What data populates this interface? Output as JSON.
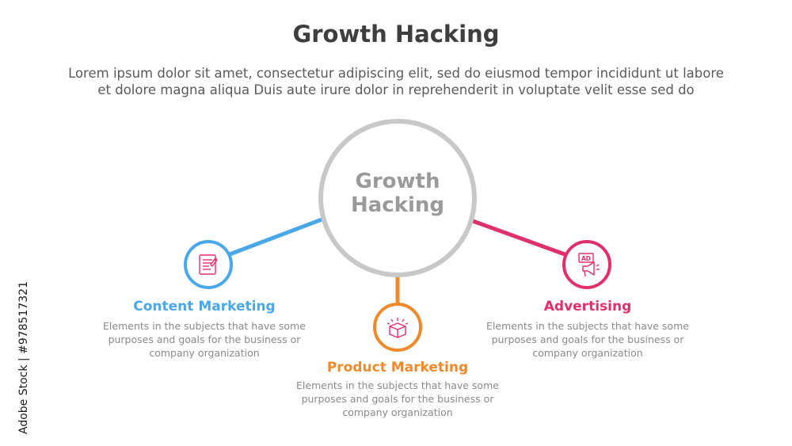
{
  "header": {
    "title": "Growth Hacking",
    "intro_lines": [
      "Lorem ipsum dolor sit amet, consectetur adipiscing elit, sed do eiusmod tempor incididunt ut labore",
      "et dolore magna aliqua Duis aute irure dolor in reprehenderit in voluptate velit esse sed do"
    ]
  },
  "hub": {
    "label_lines": [
      "Growth",
      "Hacking"
    ],
    "color": "#c8c8c8"
  },
  "nodes": [
    {
      "title": "Content Marketing",
      "color": "#4aa8e8",
      "icon": "content-document-icon",
      "desc_lines": [
        "Elements in the subjects that have some",
        "purposes and goals for the business or",
        "company organization"
      ]
    },
    {
      "title": "Product Marketing",
      "color": "#ef8a2c",
      "icon": "product-box-icon",
      "desc_lines": [
        "Elements in the subjects that have some",
        "purposes and goals for the business or",
        "company organization"
      ]
    },
    {
      "title": "Advertising",
      "color": "#e0306a",
      "icon": "megaphone-ad-icon",
      "icon_text": "AD",
      "desc_lines": [
        "Elements in the subjects that have some",
        "purposes and goals for the business or",
        "company organization"
      ]
    }
  ],
  "watermark": {
    "text": "Adobe Stock | #978517321"
  }
}
